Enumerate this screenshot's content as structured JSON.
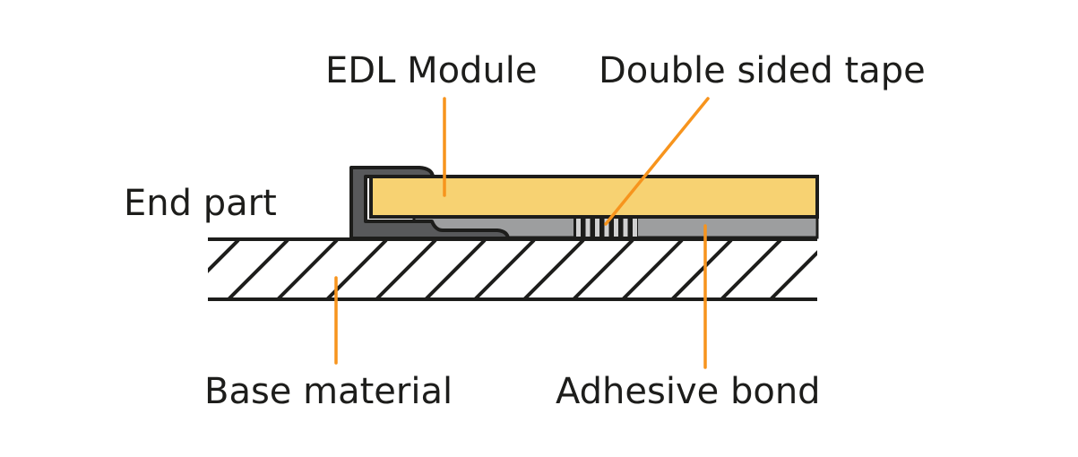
{
  "labels": {
    "edl_module": "EDL Module",
    "double_sided_tape": "Double sided tape",
    "end_part": "End part",
    "base_material": "Base material",
    "adhesive_bond": "Adhesive bond"
  },
  "colors": {
    "leader": "#f7941d",
    "module": "#f7d272",
    "adhesive": "#9d9e9f",
    "end_part": "#58595b",
    "outline": "#1d1d1b",
    "tape_stripe": "#d0d0d0"
  }
}
